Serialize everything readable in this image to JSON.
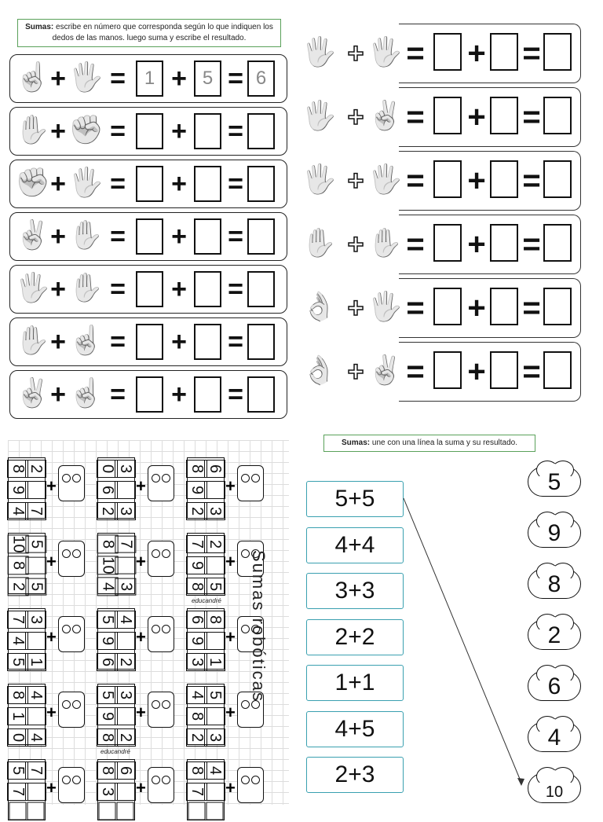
{
  "top_left": {
    "instruction_bold": "Sumas:",
    "instruction_text": "escribe en número que corresponda según lo que indiquen los dedos de las manos. luego suma y escribe el resultado.",
    "rows": [
      {
        "a": "☝",
        "b": "🖐",
        "v1": "1",
        "v2": "5",
        "v3": "6"
      },
      {
        "a": "✋",
        "b": "✊",
        "v1": "",
        "v2": "",
        "v3": ""
      },
      {
        "a": "✊",
        "b": "🖐",
        "v1": "",
        "v2": "",
        "v3": ""
      },
      {
        "a": "✌",
        "b": "✋",
        "v1": "",
        "v2": "",
        "v3": ""
      },
      {
        "a": "🖐",
        "b": "✋",
        "v1": "",
        "v2": "",
        "v3": ""
      },
      {
        "a": "✋",
        "b": "☝",
        "v1": "",
        "v2": "",
        "v3": ""
      },
      {
        "a": "✌",
        "b": "☝",
        "v1": "",
        "v2": "",
        "v3": ""
      }
    ],
    "plus": "+",
    "equals": "="
  },
  "top_right": {
    "rows": [
      {
        "a": "🖐",
        "b": "🖐"
      },
      {
        "a": "🖐",
        "b": "✌"
      },
      {
        "a": "🖐",
        "b": "🖐"
      },
      {
        "a": "✋",
        "b": "✋"
      },
      {
        "a": "👌",
        "b": "🖐"
      },
      {
        "a": "👌",
        "b": "✌"
      }
    ],
    "plus": "+",
    "equals": "="
  },
  "robots": {
    "side_title": "Sumas robóticas",
    "watermark": "educandré",
    "items": [
      [
        "8",
        "2",
        "9",
        "",
        "4",
        "7"
      ],
      [
        "0",
        "3",
        "6",
        "",
        "2",
        "3"
      ],
      [
        "8",
        "6",
        "9",
        "",
        "2",
        "3"
      ],
      [
        "10",
        "5",
        "8",
        "",
        "2",
        "5"
      ],
      [
        "8",
        "7",
        "10",
        "",
        "4",
        "3"
      ],
      [
        "7",
        "2",
        "9",
        "",
        "8",
        "5"
      ],
      [
        "7",
        "3",
        "4",
        "",
        "5",
        "1"
      ],
      [
        "5",
        "4",
        "9",
        "",
        "6",
        "2"
      ],
      [
        "6",
        "8",
        "9",
        "",
        "3",
        "1"
      ],
      [
        "8",
        "4",
        "1",
        "",
        "0",
        "4"
      ],
      [
        "5",
        "3",
        "9",
        "",
        "8",
        "2"
      ],
      [
        "4",
        "5",
        "8",
        "",
        "2",
        "3"
      ],
      [
        "5",
        "7",
        "7",
        "",
        "",
        " "
      ],
      [
        "8",
        "6",
        "3",
        "",
        "",
        " "
      ],
      [
        "8",
        "4",
        "7",
        "",
        "",
        " "
      ]
    ]
  },
  "match": {
    "instruction_bold": "Sumas:",
    "instruction_text": "une con una línea la suma y su resultado.",
    "sums": [
      "5+5",
      "4+4",
      "3+3",
      "2+2",
      "1+1",
      "4+5",
      "2+3"
    ],
    "results": [
      "5",
      "9",
      "8",
      "2",
      "6",
      "4",
      "10"
    ]
  }
}
